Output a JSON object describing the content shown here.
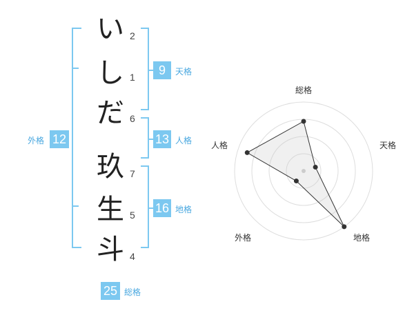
{
  "name_chars": [
    {
      "char": "い",
      "strokes": "2"
    },
    {
      "char": "し",
      "strokes": "1"
    },
    {
      "char": "だ",
      "strokes": "6"
    },
    {
      "char": "玖",
      "strokes": "7"
    },
    {
      "char": "生",
      "strokes": "5"
    },
    {
      "char": "斗",
      "strokes": "4"
    }
  ],
  "fortunes": {
    "tenkaku": {
      "value": "9",
      "label": "天格"
    },
    "jinkaku": {
      "value": "13",
      "label": "人格"
    },
    "chikaku": {
      "value": "16",
      "label": "地格"
    },
    "gaikaku": {
      "value": "12",
      "label": "外格"
    },
    "soukaku": {
      "value": "25",
      "label": "総格"
    }
  },
  "chart_data": {
    "type": "radar",
    "axes": [
      "総格",
      "天格",
      "地格",
      "外格",
      "人格"
    ],
    "values": [
      0.72,
      0.18,
      1.0,
      0.18,
      0.86
    ],
    "rings": 4
  },
  "colors": {
    "accent": "#7cc8f0",
    "label": "#4aa8e0"
  }
}
